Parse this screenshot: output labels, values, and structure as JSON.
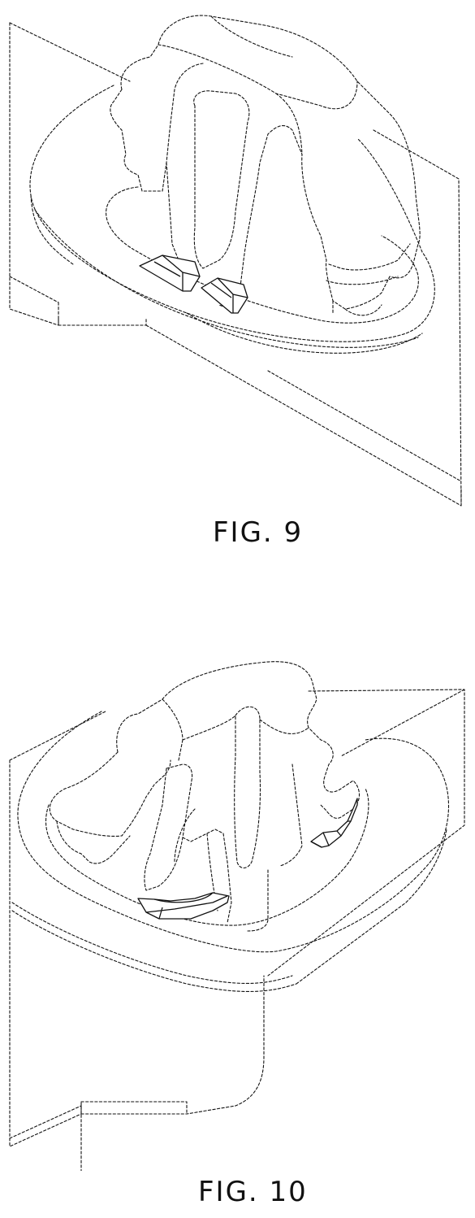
{
  "figures": [
    {
      "id": "fig9",
      "caption": "FIG. 9"
    },
    {
      "id": "fig10",
      "caption": "FIG. 10"
    }
  ]
}
